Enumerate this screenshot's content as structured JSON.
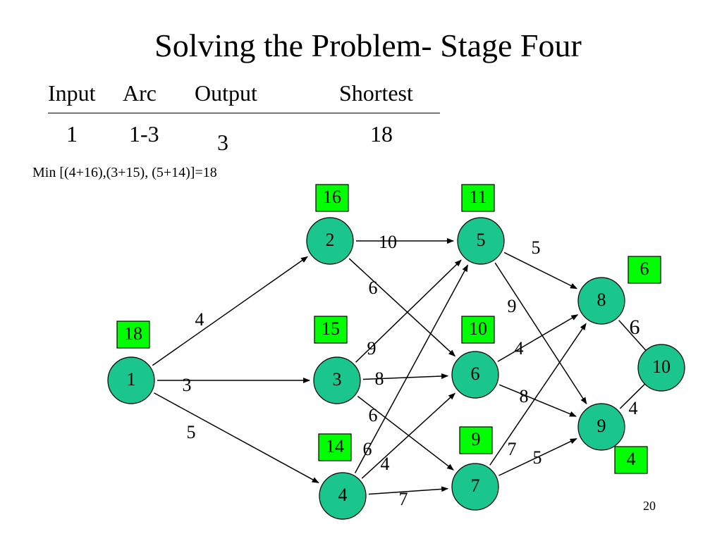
{
  "title": "Solving the Problem- Stage Four",
  "table": {
    "headers": [
      "Input",
      "Arc",
      "Output",
      "Shortest"
    ],
    "row": {
      "input": "1",
      "arc": "1-3",
      "output": "3",
      "shortest": "18"
    }
  },
  "formula": "Min [(4+16),(3+15), (5+14)]=18",
  "page_number": "20",
  "colors": {
    "node_fill": "#1bc58e",
    "label_fill": "#00ff00",
    "line": "#000000"
  },
  "network": {
    "nodes": [
      {
        "id": "1",
        "label": "1",
        "value": "18"
      },
      {
        "id": "2",
        "label": "2",
        "value": "16"
      },
      {
        "id": "3",
        "label": "3",
        "value": "15"
      },
      {
        "id": "4",
        "label": "4",
        "value": "14"
      },
      {
        "id": "5",
        "label": "5",
        "value": "11"
      },
      {
        "id": "6",
        "label": "6",
        "value": "10"
      },
      {
        "id": "7",
        "label": "7",
        "value": "9"
      },
      {
        "id": "8",
        "label": "8",
        "value": "6"
      },
      {
        "id": "9",
        "label": "9",
        "value": "4"
      },
      {
        "id": "10",
        "label": "10",
        "value": ""
      }
    ],
    "edges": [
      {
        "from": "1",
        "to": "2",
        "weight": "4"
      },
      {
        "from": "1",
        "to": "3",
        "weight": "3"
      },
      {
        "from": "1",
        "to": "4",
        "weight": "5"
      },
      {
        "from": "2",
        "to": "5",
        "weight": "10"
      },
      {
        "from": "2",
        "to": "6",
        "weight": "6"
      },
      {
        "from": "3",
        "to": "5",
        "weight": "9"
      },
      {
        "from": "3",
        "to": "6",
        "weight": "8"
      },
      {
        "from": "3",
        "to": "7",
        "weight": "6"
      },
      {
        "from": "4",
        "to": "5",
        "weight": "6"
      },
      {
        "from": "4",
        "to": "6",
        "weight": "4"
      },
      {
        "from": "4",
        "to": "7",
        "weight": "7"
      },
      {
        "from": "5",
        "to": "8",
        "weight": "5"
      },
      {
        "from": "5",
        "to": "9",
        "weight": "9"
      },
      {
        "from": "6",
        "to": "8",
        "weight": "4"
      },
      {
        "from": "6",
        "to": "9",
        "weight": "8"
      },
      {
        "from": "7",
        "to": "8",
        "weight": "7"
      },
      {
        "from": "7",
        "to": "9",
        "weight": "5"
      },
      {
        "from": "8",
        "to": "10",
        "weight": "6"
      },
      {
        "from": "9",
        "to": "10",
        "weight": "4"
      }
    ]
  }
}
